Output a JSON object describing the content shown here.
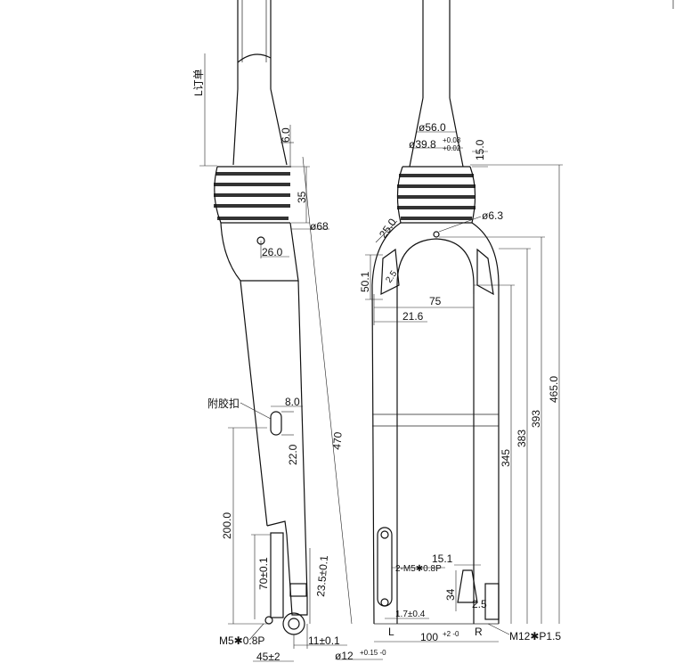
{
  "side_view": {
    "steerer_label": "L订单",
    "dim_6": "6.0",
    "dim_35": "35",
    "dim_d68": "ø68",
    "dim_26": "26.0",
    "clip_label": "附胶扣",
    "dim_8": "8.0",
    "dim_22": "22.0",
    "dim_470": "470",
    "dim_200": "200.0",
    "dim_70": "70±0.1",
    "dim_235": "23.5±0.1",
    "dim_11": "11±0.1",
    "dim_45": "45±2",
    "bolt_label": "M5✱0.8P"
  },
  "front_view": {
    "dim_d56": "ø56.0",
    "dim_d398": "ø39.8",
    "dim_d398_tol_hi": "+0.08",
    "dim_d398_tol_lo": "+0.02",
    "dim_15": "15.0",
    "dim_25": "25.0",
    "dim_d63": "ø6.3",
    "dim_501": "50.1",
    "dim_25b": "2.5",
    "dim_75": "75",
    "dim_216": "21.6",
    "dim_465": "465.0",
    "dim_393": "393",
    "dim_383": "383",
    "dim_345": "345",
    "hole_label": "2-M5✱0.8P",
    "dim_151": "15.1",
    "dim_34": "34",
    "dim_25c": "2.5",
    "dim_17": "1.7±0.4",
    "left_mark": "L",
    "right_mark": "R",
    "dim_100": "100",
    "dim_100_tol": "+2 -0",
    "dim_d12": "ø12",
    "dim_d12_tol": "+0.15 -0",
    "thread_label": "M12✱P1.5"
  }
}
